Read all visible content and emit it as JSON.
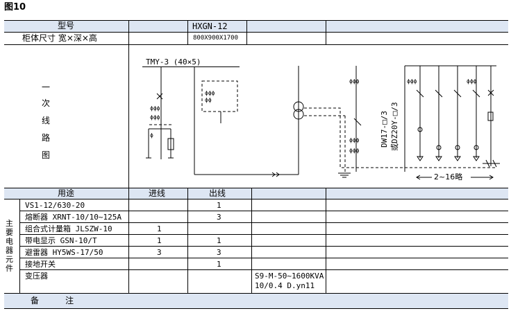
{
  "figure_label": "图10",
  "header": {
    "model_label": "型号",
    "model_value": "HXGN-12",
    "size_label": "柜体尺寸 宽×深×高",
    "size_value": "800X900X1700"
  },
  "diagram": {
    "row_label_chars": [
      "一",
      "次",
      "线",
      "路",
      "图"
    ],
    "busbar_label": "TMY-3 (40×5)",
    "breaker_label": "DW17-□/3",
    "breaker_alt_label": "或DZ20Y-□/3",
    "branch_count_note": "2~16略"
  },
  "usage_header": {
    "label": "用途",
    "col_in": "进线",
    "col_out": "出线"
  },
  "components_label_chars": [
    "主",
    "要",
    "电",
    "器",
    "元",
    "件"
  ],
  "components": [
    {
      "name": "VS1-12/630-20",
      "in": "",
      "out": "1"
    },
    {
      "name": "熔断器 XRNT-10/10~125A",
      "in": "",
      "out": "3"
    },
    {
      "name": "组合式计量箱 JLSZW-10",
      "in": "1",
      "out": ""
    },
    {
      "name": "带电显示 GSN-10/T",
      "in": "1",
      "out": "1"
    },
    {
      "name": "避雷器 HY5WS-17/50",
      "in": "3",
      "out": "3"
    },
    {
      "name": "接地开关",
      "in": "",
      "out": "1"
    },
    {
      "name": "变压器",
      "in": "",
      "out": ""
    }
  ],
  "transformer_spec": {
    "line1": "S9-M-50~1600KVA",
    "line2": "10/0.4  D.yn11"
  },
  "remarks_label": "备          注"
}
